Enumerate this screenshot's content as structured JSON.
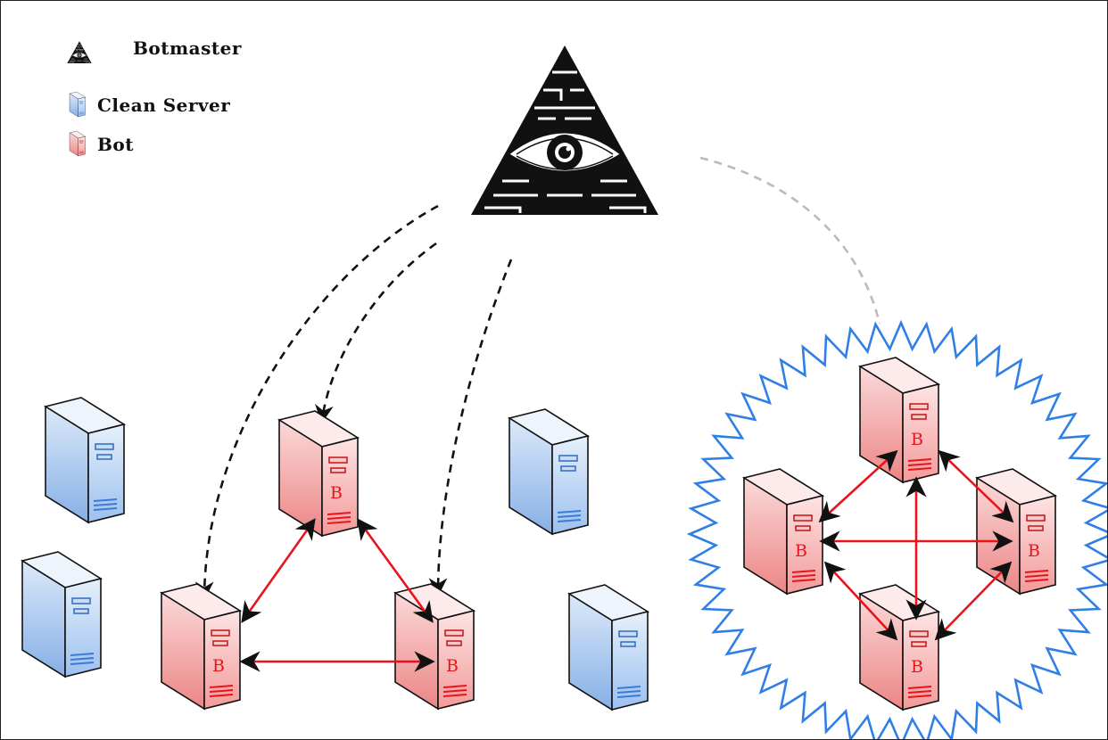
{
  "legend": {
    "botmaster_label": "Botmaster",
    "clean_label": "Clean Server",
    "bot_label": "Bot"
  },
  "bot_letter": "B",
  "icons": {
    "botmaster": "eye-pyramid-icon",
    "clean_server": "server-tower-icon",
    "bot": "server-tower-icon"
  },
  "colors": {
    "clean_top": "#e6f0fb",
    "clean_bottom": "#9cc0ee",
    "bot_top": "#fde4e4",
    "bot_bottom": "#f39a9a",
    "bot_accent": "#e8141b",
    "clean_accent": "#3a7bd5",
    "command_line": "#111111",
    "hidden_command_line": "#bbbbbb",
    "p2p_link": "#e8141b",
    "shield": "#2f7fe6"
  },
  "diagram": {
    "left_botnet_links": [
      "bot-top <-> bot-left",
      "bot-top <-> bot-right",
      "bot-left <-> bot-right"
    ],
    "right_botnet_links": [
      "bot-top <-> bot-left",
      "bot-top <-> bot-right",
      "bot-top <-> bot-bottom",
      "bot-left <-> bot-right",
      "bot-left <-> bot-bottom",
      "bot-right <-> bot-bottom"
    ]
  }
}
